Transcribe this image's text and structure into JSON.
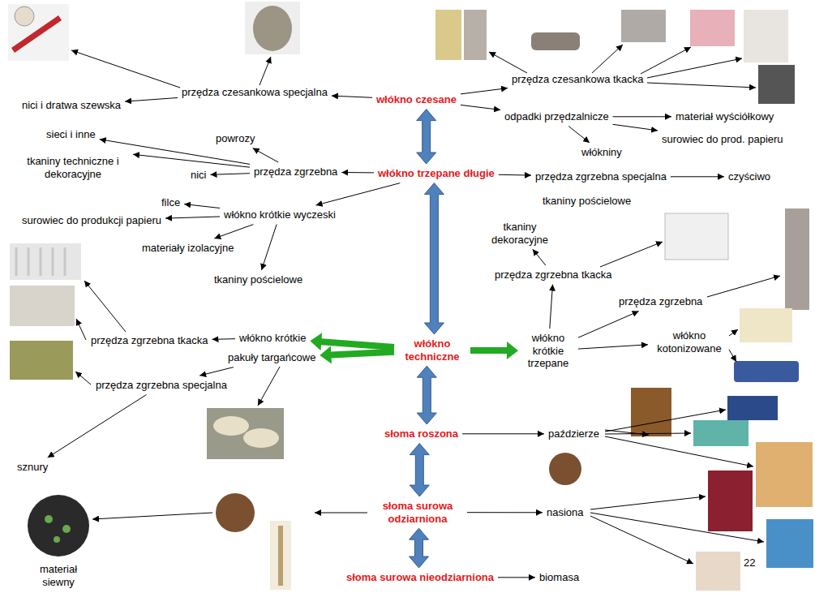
{
  "diagram": {
    "nodes": [
      {
        "text": [
          "włókno czesane"
        ]
      },
      {
        "text": [
          "włókno trzepane długie"
        ]
      },
      {
        "text": [
          "włókno techniczne"
        ]
      },
      {
        "text": [
          "słoma roszona"
        ]
      },
      {
        "text": [
          "słoma surowa odziarniona"
        ]
      },
      {
        "text": [
          "słoma surowa nieodziarniona"
        ]
      },
      {
        "text": [
          "przędza czesankowa specjalna"
        ]
      },
      {
        "text": [
          "nici i dratwa szewska"
        ]
      },
      {
        "text": [
          "przędza czesankowa tkacka"
        ]
      },
      {
        "text": [
          "odpadki przędzalnicze"
        ]
      },
      {
        "text": [
          "materiał wyściółkowy"
        ]
      },
      {
        "text": [
          "surowiec do prod. papieru"
        ]
      },
      {
        "text": [
          "włókniny"
        ]
      },
      {
        "text": [
          "przędza zgrzebna"
        ]
      },
      {
        "text": [
          "sieci i inne"
        ]
      },
      {
        "text": [
          "powrozy"
        ]
      },
      {
        "text": [
          "tkaniny techniczne i dekoracyjne"
        ]
      },
      {
        "text": [
          "nici"
        ]
      },
      {
        "text": [
          "włókno krótkie wyczeski"
        ]
      },
      {
        "text": [
          "filce"
        ]
      },
      {
        "text": [
          "surowiec do produkcji papieru"
        ]
      },
      {
        "text": [
          "materiały izolacyjne"
        ]
      },
      {
        "text": [
          "tkaniny pościelowe"
        ]
      },
      {
        "text": [
          "przędza zgrzebna specjalna"
        ]
      },
      {
        "text": [
          "czyściwo"
        ]
      },
      {
        "text": [
          "tkaniny dekoracyjne"
        ]
      },
      {
        "text": [
          "przędza zgrzebna tkacka"
        ]
      },
      {
        "text": [
          "włókno krótkie trzepane"
        ]
      },
      {
        "text": [
          "przędza zgrzebna"
        ]
      },
      {
        "text": [
          "włókno kotonizowane"
        ]
      },
      {
        "text": [
          "paździerze"
        ]
      },
      {
        "text": [
          "nasiona"
        ]
      },
      {
        "text": [
          "biomasa"
        ]
      },
      {
        "text": [
          "włókno krótkie"
        ]
      },
      {
        "text": [
          "pakuły targańcowe"
        ]
      },
      {
        "text": [
          "przędza zgrzebna tkacka"
        ]
      },
      {
        "text": [
          "przędza zgrzebna specjalna"
        ]
      },
      {
        "text": [
          "sznury"
        ]
      }
    ],
    "edges": [
      {
        "from": 0,
        "to": 1,
        "arrow": "both"
      },
      {
        "from": 1,
        "to": 2,
        "arrow": "both"
      },
      {
        "from": 2,
        "to": 3,
        "arrow": "both"
      },
      {
        "from": 3,
        "to": 4,
        "arrow": "both"
      },
      {
        "from": 4,
        "to": 5,
        "arrow": "both"
      },
      {
        "from": 0,
        "to": 6,
        "arrow": "to"
      },
      {
        "from": 6,
        "to": 7,
        "arrow": "to"
      },
      {
        "from": 0,
        "to": 8,
        "arrow": "to"
      },
      {
        "from": 0,
        "to": 9,
        "arrow": "to"
      },
      {
        "from": 9,
        "to": 10,
        "arrow": "to"
      },
      {
        "from": 9,
        "to": 11,
        "arrow": "to"
      },
      {
        "from": 9,
        "to": 12,
        "arrow": "to"
      },
      {
        "from": 1,
        "to": 13,
        "arrow": "to"
      },
      {
        "from": 13,
        "to": 14,
        "arrow": "to"
      },
      {
        "from": 13,
        "to": 15,
        "arrow": "to"
      },
      {
        "from": 13,
        "to": 16,
        "arrow": "to"
      },
      {
        "from": 13,
        "to": 17,
        "arrow": "to"
      },
      {
        "from": 1,
        "to": 18,
        "arrow": "to"
      },
      {
        "from": 18,
        "to": 19,
        "arrow": "to"
      },
      {
        "from": 18,
        "to": 20,
        "arrow": "to"
      },
      {
        "from": 18,
        "to": 21,
        "arrow": "to"
      },
      {
        "from": 18,
        "to": 22,
        "arrow": "to"
      },
      {
        "from": 1,
        "to": 23,
        "arrow": "to"
      },
      {
        "from": 23,
        "to": 24,
        "arrow": "to"
      },
      {
        "from": 2,
        "to": 27,
        "arrow": "to"
      },
      {
        "from": 27,
        "to": 26,
        "arrow": "to"
      },
      {
        "from": 26,
        "to": 25,
        "arrow": "to"
      },
      {
        "from": 27,
        "to": 28,
        "arrow": "to"
      },
      {
        "from": 27,
        "to": 29,
        "arrow": "to"
      },
      {
        "from": 2,
        "to": 33,
        "arrow": "to"
      },
      {
        "from": 2,
        "to": 34,
        "arrow": "to"
      },
      {
        "from": 33,
        "to": 35,
        "arrow": "to"
      },
      {
        "from": 34,
        "to": 36,
        "arrow": "to"
      },
      {
        "from": 36,
        "to": 37,
        "arrow": "to"
      },
      {
        "from": 3,
        "to": 30,
        "arrow": "to"
      },
      {
        "from": 4,
        "to": 31,
        "arrow": "to"
      },
      {
        "from": 5,
        "to": 32,
        "arrow": "to"
      }
    ],
    "labels": [
      "tkaniny pościelowe",
      "materiał siewny",
      "22"
    ]
  }
}
